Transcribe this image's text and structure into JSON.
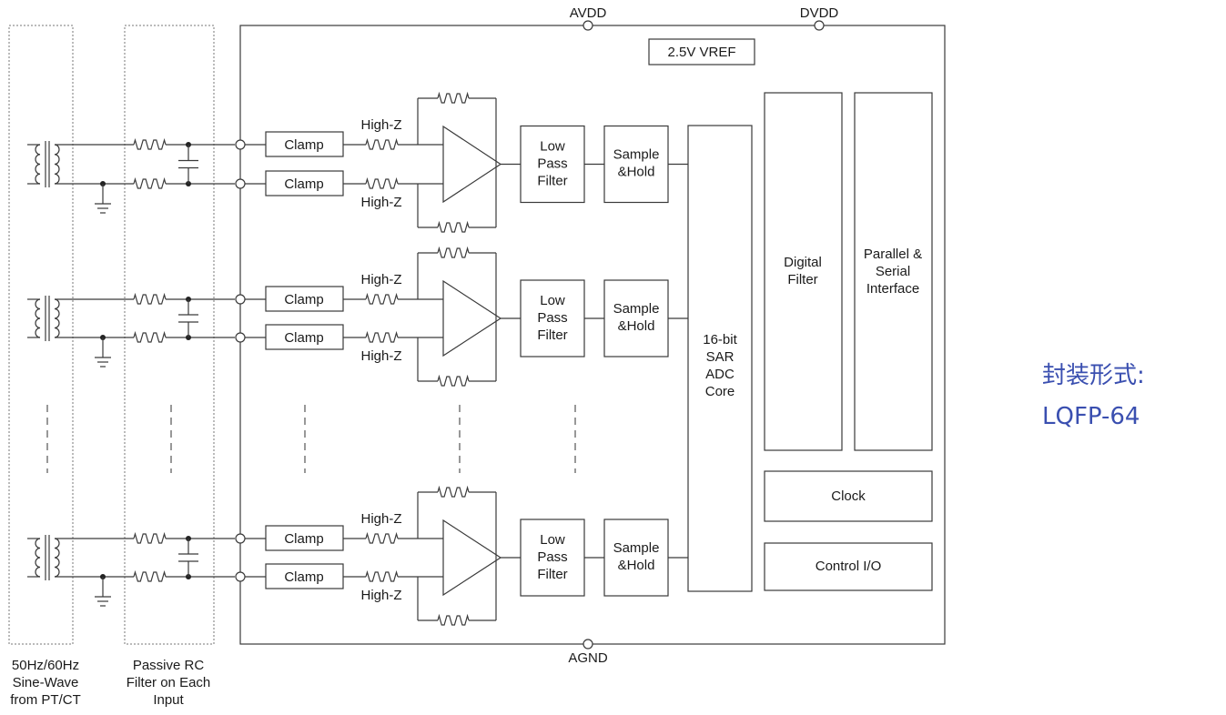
{
  "supply_labels": {
    "avdd": "AVDD",
    "dvdd": "DVDD",
    "agnd": "AGND"
  },
  "vref_label": "2.5V VREF",
  "clamp_label": "Clamp",
  "highz_label": "High-Z",
  "lpf_lines": [
    "Low",
    "Pass",
    "Filter"
  ],
  "sh_lines": [
    "Sample",
    "&Hold"
  ],
  "adc_lines": [
    "16-bit",
    "SAR",
    "ADC",
    "Core"
  ],
  "digital_filter_lines": [
    "Digital",
    "Filter"
  ],
  "interface_lines": [
    "Parallel &",
    "Serial",
    "Interface"
  ],
  "clock_label": "Clock",
  "control_label": "Control I/O",
  "left_caption_lines": [
    "50Hz/60Hz",
    "Sine-Wave",
    "from PT/CT"
  ],
  "rc_caption_lines": [
    "Passive RC",
    "Filter on Each",
    "Input"
  ],
  "package_title": "封装形式:",
  "package_value": "LQFP-64",
  "colors": {
    "annotation": "#3a4fb0",
    "line": "#3a3a3a"
  }
}
